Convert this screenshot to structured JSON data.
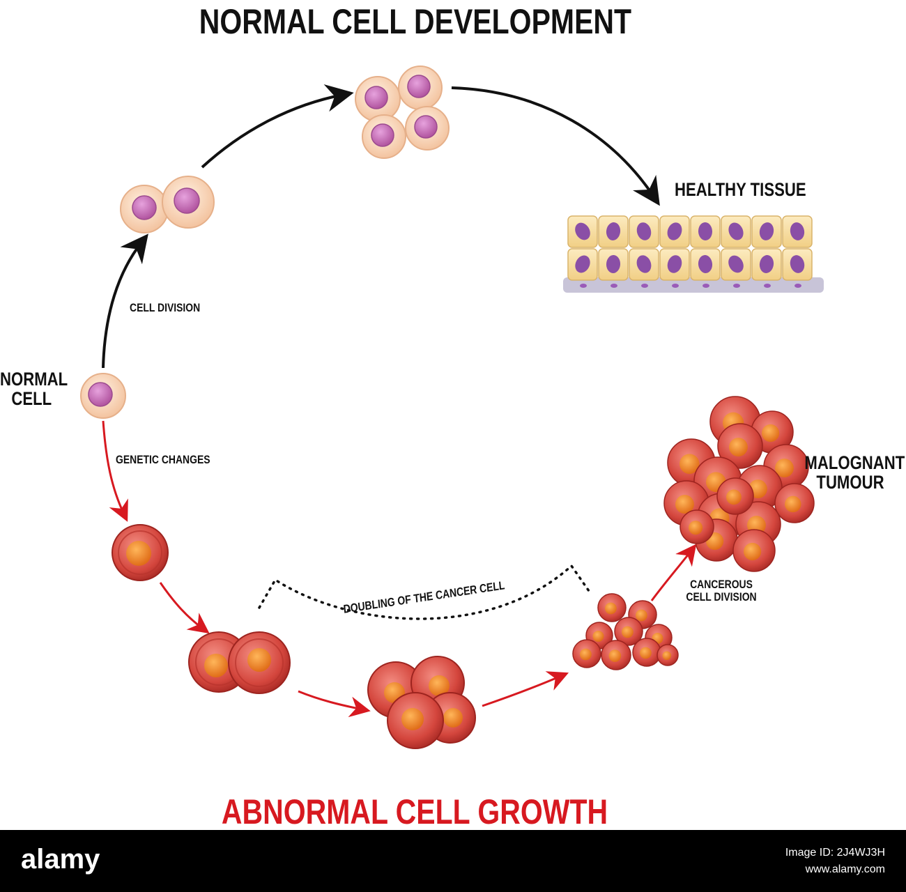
{
  "title_top": "NORMAL CELL DEVELOPMENT",
  "title_bottom": "ABNORMAL CELL GROWTH",
  "labels": {
    "healthy_tissue": "HEALTHY TISSUE",
    "cell_division": "CELL DIVISION",
    "normal_cell_line1": "NORMAL",
    "normal_cell_line2": "CELL",
    "genetic_changes": "GENETIC CHANGES",
    "doubling": "DOUBLING OF THE CANCER CELL",
    "cancerous_line1": "CANCEROUS",
    "cancerous_line2": "CELL DIVISION",
    "malignant_line1": "MALOGNANT",
    "malignant_line2": "TUMOUR"
  },
  "footer": {
    "logo": "alamy",
    "image_id": "Image ID: 2J4WJ3H",
    "url": "www.alamy.com"
  },
  "colors": {
    "normal_membrane": "#f9d5b8",
    "normal_nucleus": "#c978c3",
    "tissue_cell": "#f8e0a6",
    "tissue_nucleus": "#8a4fa6",
    "cancer_cell": "#d9534f",
    "cancer_nucleus": "#f0862d",
    "normal_arrow": "#111111",
    "abnormal_arrow": "#d71920"
  }
}
